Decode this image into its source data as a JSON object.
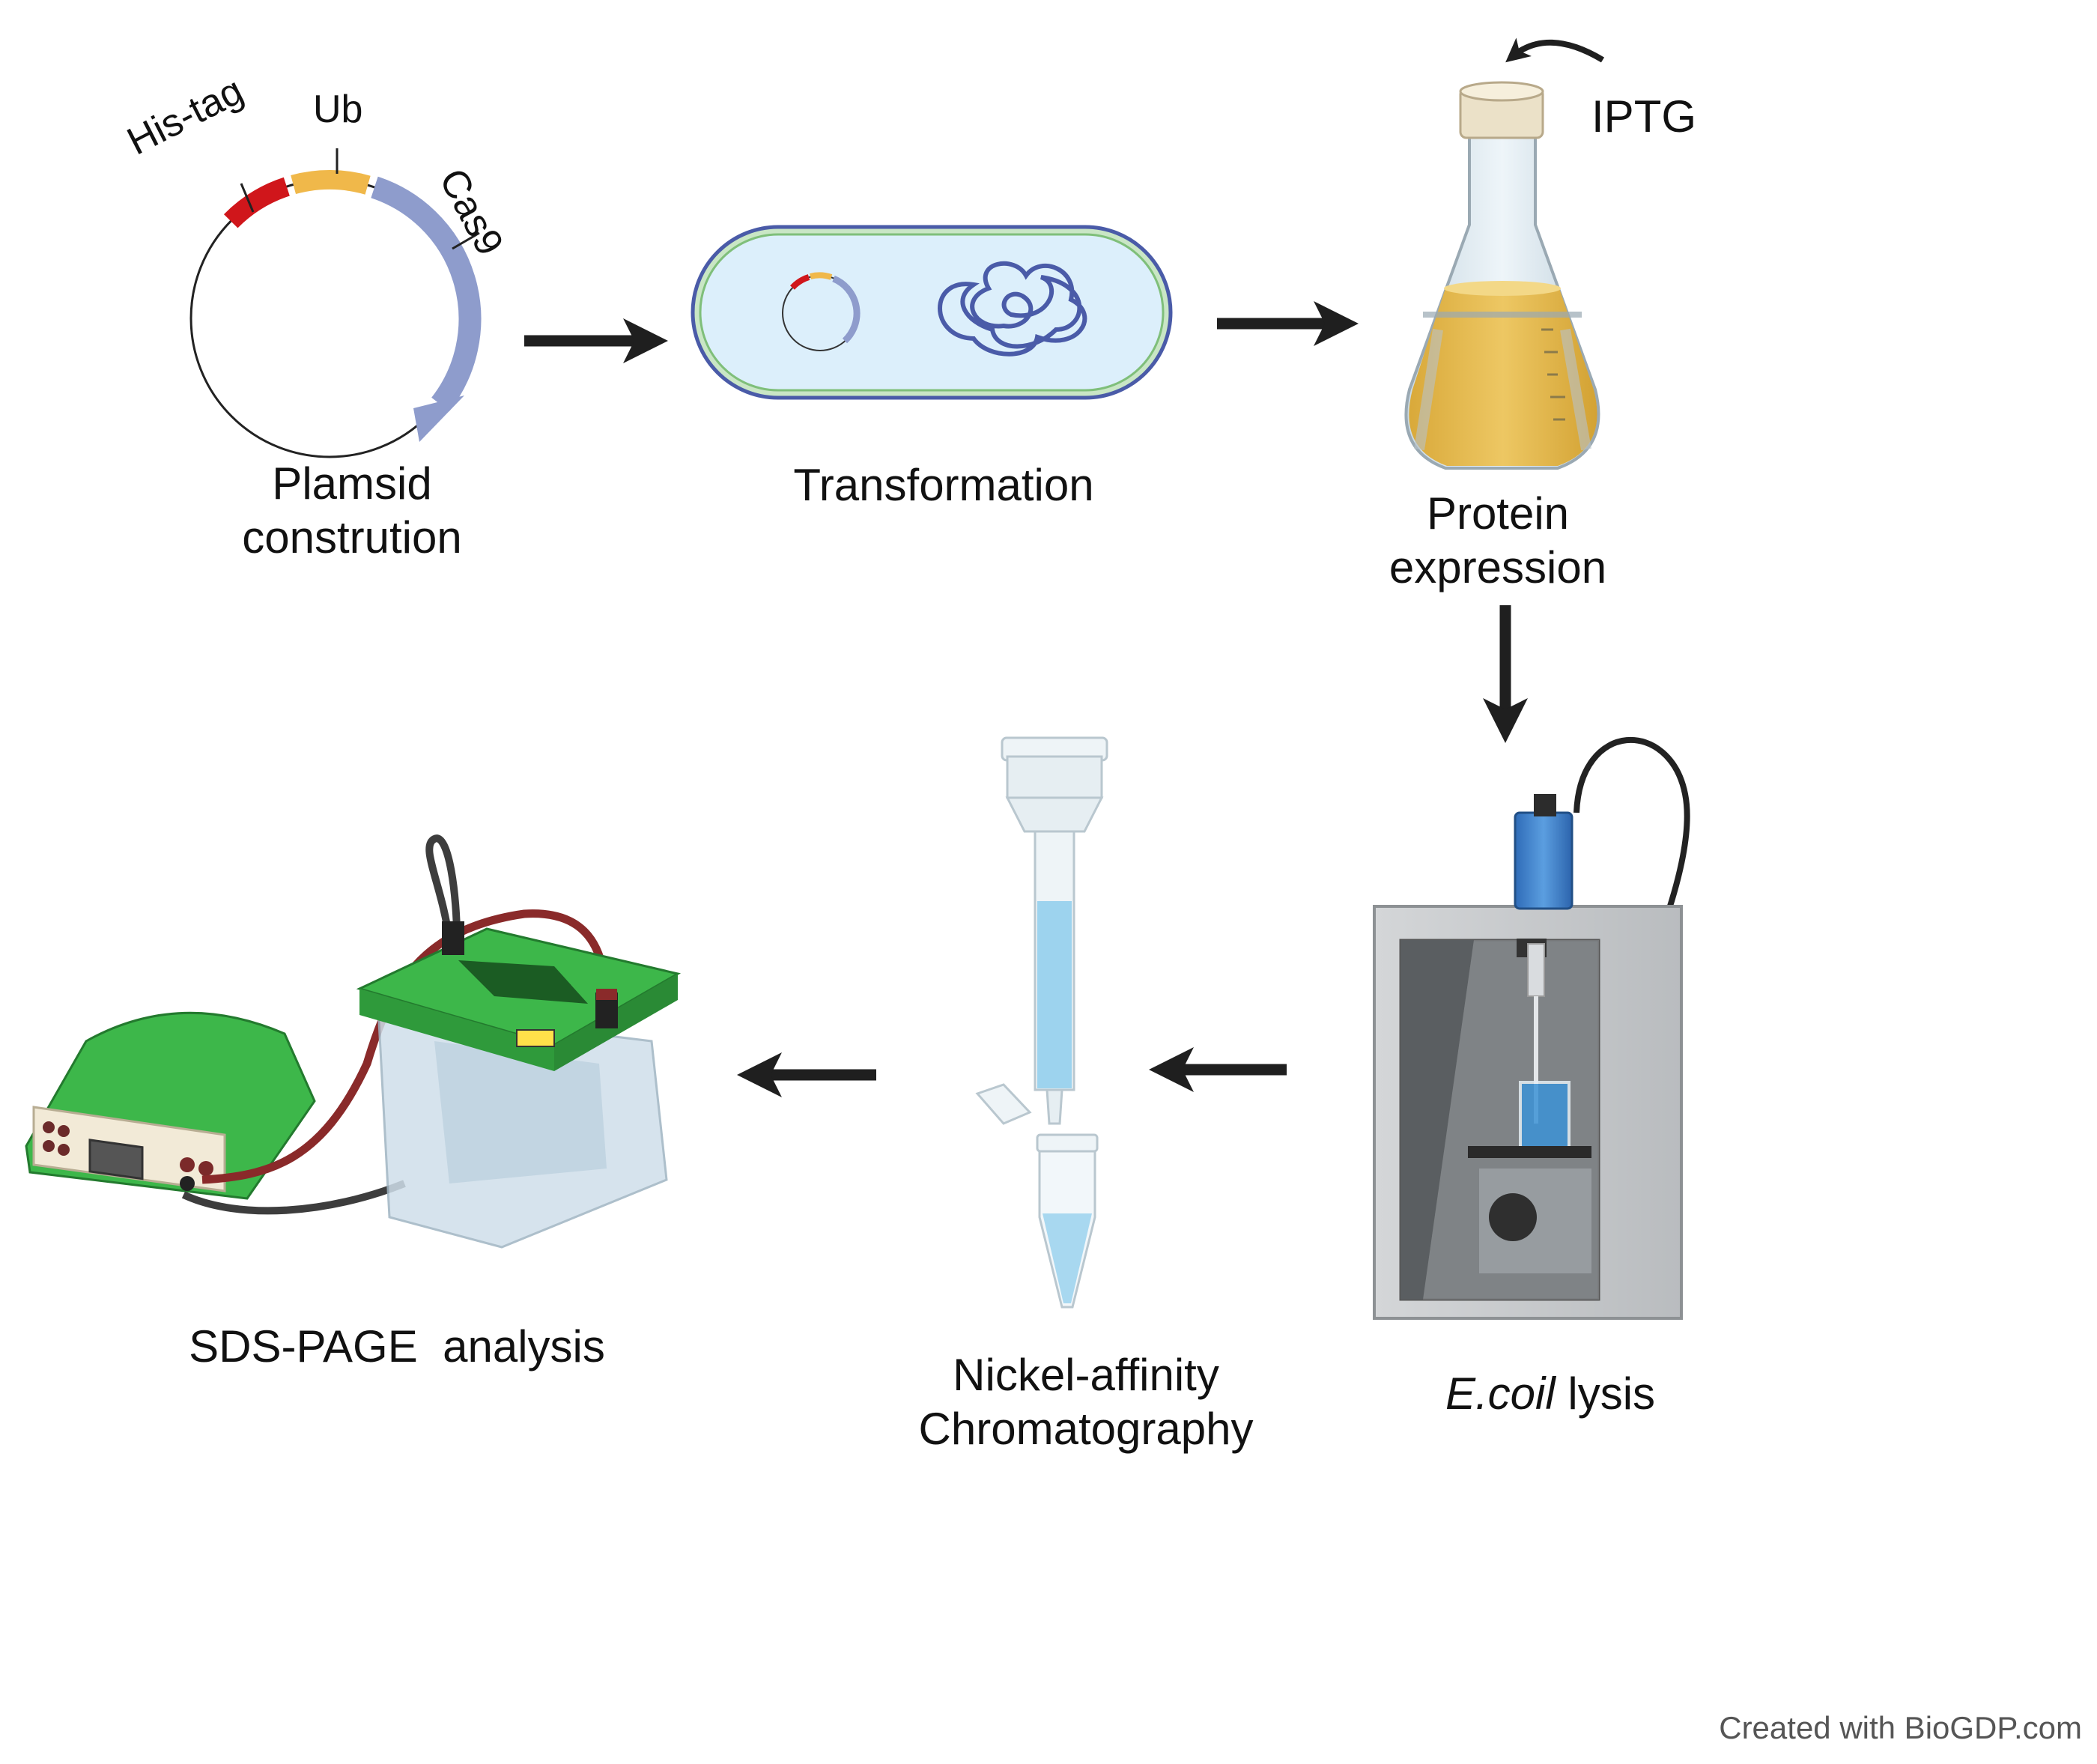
{
  "colors": {
    "arrow": "#1f1f1f",
    "his_tag": "#d0161b",
    "ub": "#f0b84a",
    "cas9": "#8e9ccc",
    "cell_fill": "#dceffb",
    "cell_membrane": "#4a5ba8",
    "culture": "#e9bf54",
    "sonicator_blue": "#3d7ecc",
    "column_liquid": "#9dd3ee",
    "lid_green": "#3db74a",
    "tank_glass": "#cfdfea",
    "power_supply_body": "#f2ead7"
  },
  "plasmid": {
    "features": {
      "his_tag": "His-tag",
      "ub": "Ub",
      "cas9": "Cas9"
    },
    "label_line1": "Plamsid",
    "label_line2": "constrution"
  },
  "transformation": {
    "label": "Transformation"
  },
  "protein_expression": {
    "inducer": "IPTG",
    "label_line1": "Protein",
    "label_line2": "expression"
  },
  "lysis": {
    "label_italic": "E.coil",
    "label_rest": " lysis"
  },
  "chromatography": {
    "label_line1": "Nickel-affinity",
    "label_line2": "Chromatography"
  },
  "sds_page": {
    "label": "SDS-PAGE  analysis"
  },
  "credit": "Created with BioGDP.com"
}
